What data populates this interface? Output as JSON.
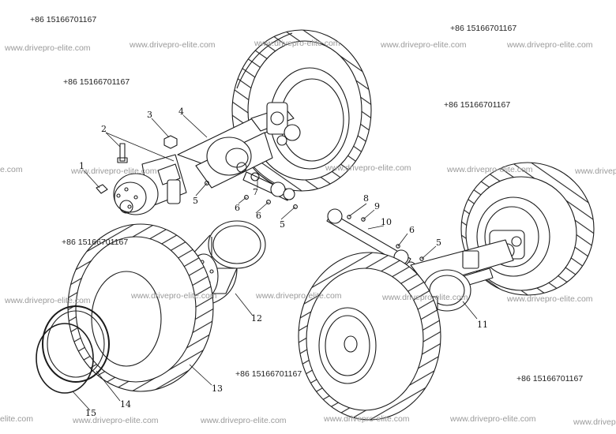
{
  "watermark": {
    "site": "www.drivepro-elite.com",
    "site_cut_left": "e.com",
    "site_cut_right": "www.drivep",
    "site_cut_left2": "elite.com",
    "phone": "+86 15166701167"
  },
  "callouts": {
    "n1": "1",
    "n2": "2",
    "n3": "3",
    "n4": "4",
    "n5": "5",
    "n6": "6",
    "n7": "7",
    "n8": "8",
    "n9": "9",
    "n10": "10",
    "n11": "11",
    "n12": "12",
    "n13": "13",
    "n14": "14",
    "n15": "15"
  }
}
